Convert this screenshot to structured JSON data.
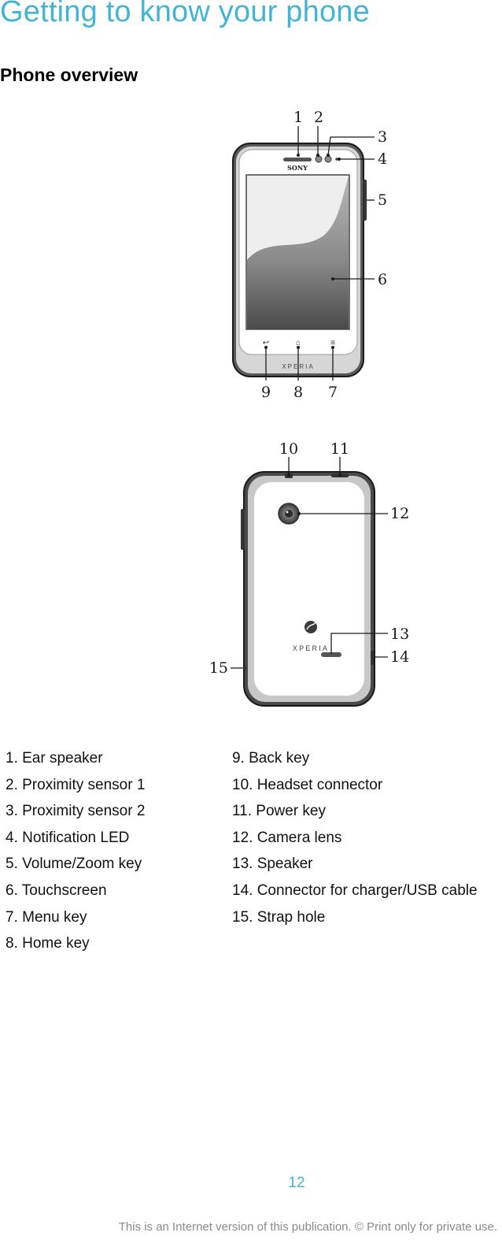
{
  "page": {
    "title": "Getting to know your phone",
    "section_heading": "Phone overview",
    "page_number": "12",
    "footer_note": "This is an Internet version of this publication. © Print only for private use."
  },
  "figure": {
    "front_brand": "SONY",
    "front_model": "XPERIA",
    "back_model": "XPERIA",
    "callouts": [
      "1",
      "2",
      "3",
      "4",
      "5",
      "6",
      "7",
      "8",
      "9",
      "10",
      "11",
      "12",
      "13",
      "14",
      "15"
    ]
  },
  "legend": {
    "left": [
      "1. Ear speaker",
      "2. Proximity sensor 1",
      "3. Proximity sensor 2",
      "4. Notification LED",
      "5. Volume/Zoom key",
      "6. Touchscreen",
      "7. Menu key",
      "8. Home key"
    ],
    "right": [
      "9. Back key",
      "10. Headset connector",
      "11. Power key",
      "12. Camera lens",
      "13. Speaker",
      "14. Connector for charger/USB cable",
      "15. Strap hole"
    ]
  },
  "colors": {
    "accent": "#44b4d4",
    "body_text": "#111111",
    "footer_text": "#8a8a8a"
  }
}
